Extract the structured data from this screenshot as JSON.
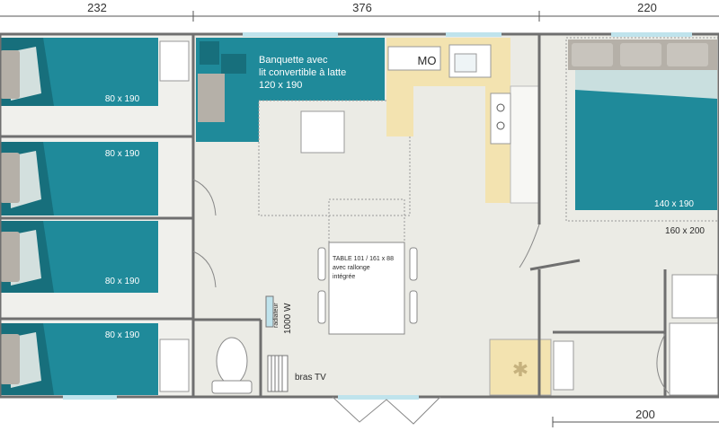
{
  "dimensions": {
    "top_left": "232",
    "top_middle": "376",
    "top_right": "220",
    "bottom_right": "200"
  },
  "rooms": {
    "bed1": "80 x 190",
    "bed2": "80 x 190",
    "bed3": "80 x 190",
    "bed4": "80 x 190",
    "bench_line1": "Banquette avec",
    "bench_line2": "lit convertible à latte",
    "bench_line3": "120 x 190",
    "mo": "MO",
    "master_bed": "140 x 190",
    "master_room": "160 x 200",
    "table_line1": "TABLE 101 / 161 x 88",
    "table_line2": "avec rallonge",
    "table_line3": "intégrée",
    "heater": "1000 W",
    "heater_small": "radiateur",
    "tv": "bras TV"
  },
  "colors": {
    "wall": "#6f6f6f",
    "floor": "#ebebe5",
    "bed": "#1f8a9a",
    "bed_dark": "#176f7c",
    "pillow": "#b5b0a8",
    "kitchen": "#f3e3b0",
    "window": "#bfe3ec"
  }
}
